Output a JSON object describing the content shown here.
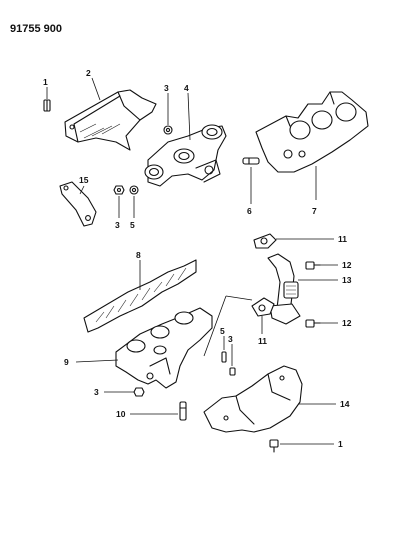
{
  "document_number": "91755 900",
  "callouts": {
    "c1_top": "1",
    "c2": "2",
    "c3_top": "3",
    "c4": "4",
    "c15": "15",
    "c3_mid": "3",
    "c5_mid": "5",
    "c6": "6",
    "c7": "7",
    "c8": "8",
    "c11_top": "11",
    "c12_top": "12",
    "c13": "13",
    "c12_bot": "12",
    "c11_bot": "11",
    "c5_low": "5",
    "c3_low": "3",
    "c9": "9",
    "c3_bot": "3",
    "c10": "10",
    "c14": "14",
    "c1_bot": "1"
  }
}
